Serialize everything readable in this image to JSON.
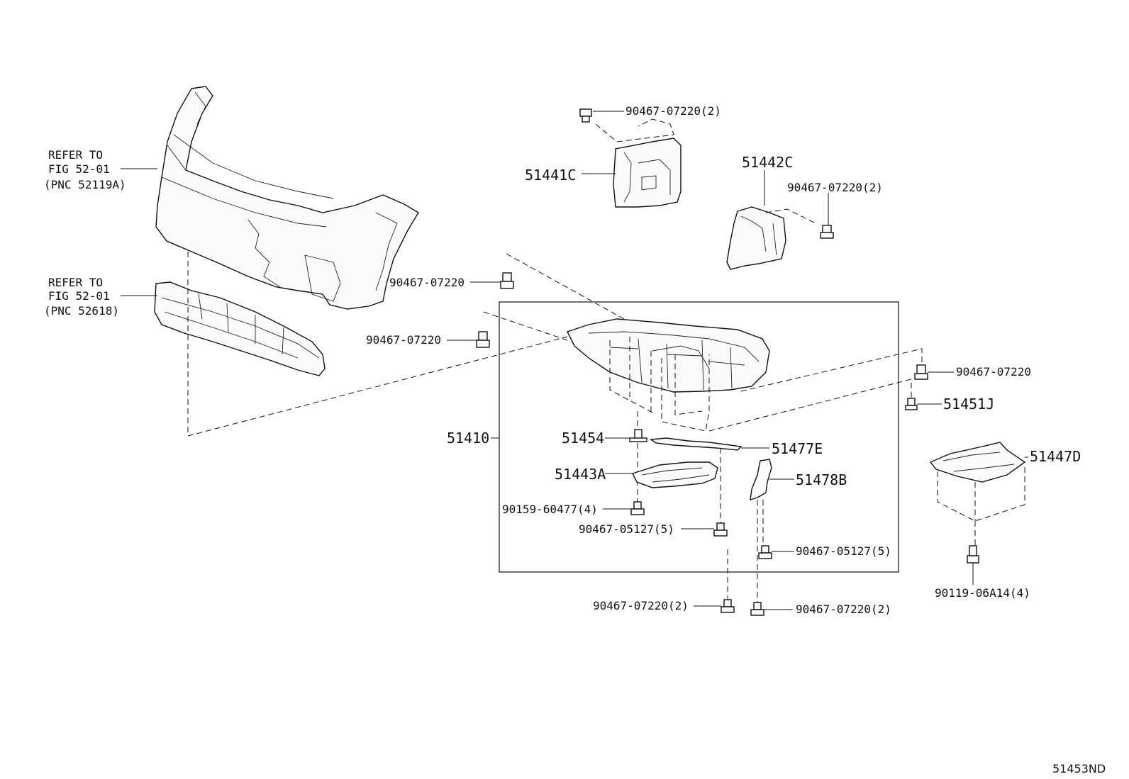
{
  "diagram": {
    "refer_bumper": [
      "REFER TO",
      "FIG 52-01",
      "(PNC 52119A)"
    ],
    "refer_absorber": [
      "REFER TO",
      "FIG 52-01",
      "(PNC 52618)"
    ],
    "parts": {
      "p51441C": "51441C",
      "p51442C": "51442C",
      "p51410": "51410",
      "p51454": "51454",
      "p51477E": "51477E",
      "p51443A": "51443A",
      "p51478B": "51478B",
      "p51451J": "51451J",
      "p51447D": "51447D"
    },
    "fasteners": {
      "f_top_41c": "90467-07220(2)",
      "f_42c": "90467-07220(2)",
      "f_upper_left": "90467-07220",
      "f_mid_left": "90467-07220",
      "f_right": "90467-07220",
      "f_60477": "90159-60477(4)",
      "f_05127_left": "90467-05127(5)",
      "f_05127_right": "90467-05127(5)",
      "f_bottom_left": "90467-07220(2)",
      "f_bottom_right": "90467-07220(2)",
      "f_06a14": "90119-06A14(4)"
    },
    "diagram_code": "51453ND"
  }
}
